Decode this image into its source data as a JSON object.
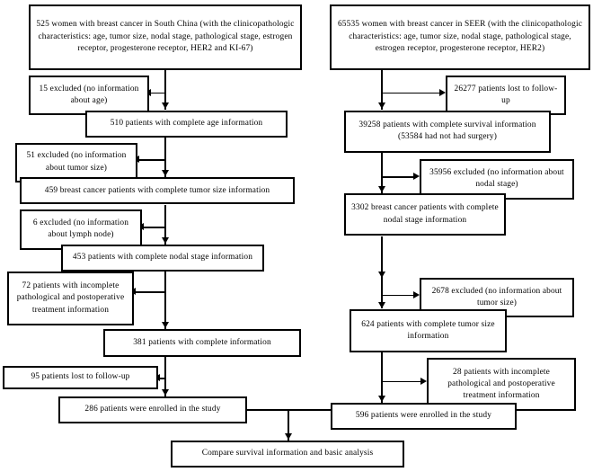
{
  "diagram": {
    "title": "Patient selection flowchart: South China cohort and SEER cohort",
    "type": "flowchart",
    "left_cohort": {
      "source": "South China",
      "nodes": [
        {
          "id": "sc-source",
          "text": "525 women with breast cancer in South China (with the clinicopathologic characteristics: age, tumor size, nodal stage, pathological stage, estrogen receptor, progesterone receptor, HER2 and KI-67)",
          "count": 525,
          "kind": "source"
        },
        {
          "id": "sc-excl-age",
          "text": "15 excluded (no information about age)",
          "count": 15,
          "kind": "exclusion"
        },
        {
          "id": "sc-age",
          "text": "510 patients with complete age information",
          "count": 510,
          "kind": "retained"
        },
        {
          "id": "sc-excl-tumor",
          "text": "51 excluded (no information about tumor size)",
          "count": 51,
          "kind": "exclusion"
        },
        {
          "id": "sc-tumor",
          "text": "459 breast cancer patients with complete tumor size information",
          "count": 459,
          "kind": "retained"
        },
        {
          "id": "sc-excl-node",
          "text": "6 excluded (no information about lymph node)",
          "count": 6,
          "kind": "exclusion"
        },
        {
          "id": "sc-nodal",
          "text": "453 patients with complete nodal stage information",
          "count": 453,
          "kind": "retained"
        },
        {
          "id": "sc-excl-path",
          "text": "72 patients with incomplete pathological and postoperative treatment information",
          "count": 72,
          "kind": "exclusion"
        },
        {
          "id": "sc-complete",
          "text": "381 patients with complete information",
          "count": 381,
          "kind": "retained"
        },
        {
          "id": "sc-excl-lost",
          "text": "95 patients lost to follow-up",
          "count": 95,
          "kind": "exclusion"
        },
        {
          "id": "sc-enrolled",
          "text": "286 patients were enrolled in the study",
          "count": 286,
          "kind": "enrolled"
        }
      ]
    },
    "right_cohort": {
      "source": "SEER",
      "nodes": [
        {
          "id": "se-source",
          "text": "65535 women with breast cancer in SEER (with the clinicopathologic characteristics: age, tumor size, nodal stage, pathological stage, estrogen receptor, progesterone receptor, HER2)",
          "count": 65535,
          "kind": "source"
        },
        {
          "id": "se-excl-lost",
          "text": "26277 patients lost to follow-up",
          "count": 26277,
          "kind": "exclusion"
        },
        {
          "id": "se-survival",
          "text": "39258 patients with complete survival information (53584 had not had surgery)",
          "count": 39258,
          "kind": "retained"
        },
        {
          "id": "se-excl-nodal",
          "text": "35956 excluded (no information about nodal stage)",
          "count": 35956,
          "kind": "exclusion"
        },
        {
          "id": "se-nodal",
          "text": "3302 breast cancer patients with complete nodal stage information",
          "count": 3302,
          "kind": "retained"
        },
        {
          "id": "se-excl-tumor",
          "text": "2678 excluded (no information about tumor size)",
          "count": 2678,
          "kind": "exclusion"
        },
        {
          "id": "se-tumor",
          "text": "624 patients with complete tumor size information",
          "count": 624,
          "kind": "retained"
        },
        {
          "id": "se-excl-path",
          "text": "28 patients with incomplete pathological and postoperative treatment information",
          "count": 28,
          "kind": "exclusion"
        },
        {
          "id": "se-enrolled",
          "text": "596 patients were enrolled in the study",
          "count": 596,
          "kind": "enrolled"
        }
      ]
    },
    "final_node": {
      "id": "final-compare",
      "text": "Compare survival information and basic analysis",
      "kind": "outcome"
    }
  }
}
